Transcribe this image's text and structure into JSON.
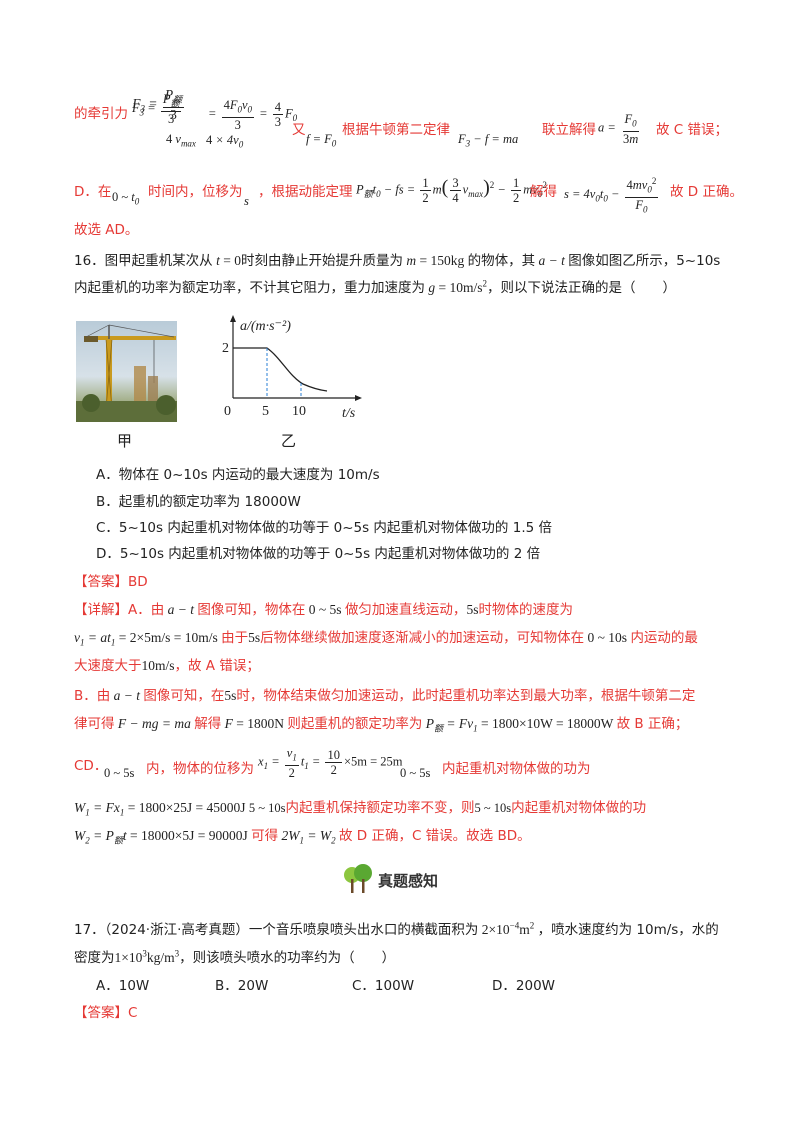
{
  "prev": {
    "line1_prefix": "的牵引力",
    "line1_you": "又",
    "line1_newton": "根据牛顿第二定律",
    "line1_solve": "联立解得",
    "line1_end": "故 C 错误；",
    "lineD_prefix": "D．在",
    "lineD_time": "时间内，位移为",
    "lineD_comma": "，根据动能定理",
    "lineD_solve": "解得",
    "lineD_end": "故 D 正确。",
    "conclusion": "故选 AD。"
  },
  "q16": {
    "stem1_a": "16．图甲起重机某次从",
    "stem1_b": "时刻由静止开始提升质量为",
    "stem1_c": "的物体，其",
    "stem1_d": "图像如图乙所示，5~10s",
    "stem2_a": "内起重机的功率为额定功率，不计其它阻力，重力加速度为",
    "stem2_b": "，则以下说法正确的是（　　）",
    "fig_left_caption": "甲",
    "fig_right_caption": "乙",
    "axis_y_label": "a/(m·s⁻²)",
    "axis_x_label": "t/s",
    "tick_y_2": "2",
    "tick_x_0": "0",
    "tick_x_5": "5",
    "tick_x_10": "10",
    "options": [
      "A．物体在 0~10s 内运动的最大速度为 10m/s",
      "B．起重机的额定功率为 18000W",
      "C．5~10s 内起重机对物体做的功等于 0~5s 内起重机对物体做功的 1.5 倍",
      "D．5~10s 内起重机对物体做的功等于 0~5s 内起重机对物体做功的 2 倍"
    ],
    "answer": "【答案】BD",
    "exp_A_head": "【详解】",
    "exp_A_1a": "A．由",
    "exp_A_1b": "图像可知，物体在",
    "exp_A_1c": "做匀加速直线运动，",
    "exp_A_1d": "时物体的速度为",
    "exp_A_2a": "由于",
    "exp_A_2b": "后物体继续做加速度逐渐减小的加速运动，可知物体在",
    "exp_A_2c": "内运动的最",
    "exp_A_3a": "大速度大于",
    "exp_A_3b": "，故 A 错误；",
    "exp_B_1a": "B．由",
    "exp_B_1b": "图像可知，在",
    "exp_B_1c": "时，物体结束做匀加速运动，此时起重机功率达到最大功率，根据牛顿第二定",
    "exp_B_2a": "律可得",
    "exp_B_2b": "解得",
    "exp_B_2c": "则起重机的额定功率为",
    "exp_B_2d": "故 B 正确；",
    "exp_CD_1a": "CD．",
    "exp_CD_1b": "内，物体的位移为",
    "exp_CD_1c": "内起重机对物体做的功为",
    "exp_CD_2a": "内起重机保持额定功率不变，则",
    "exp_CD_2b": "内起重机对物体做的功",
    "exp_CD_3": "可得",
    "exp_CD_3b": "故 D 正确，C 错误。故选 BD。"
  },
  "banner_text": "真题感知",
  "q17": {
    "stem1_a": "17．（2024·浙江·高考真题）一个音乐喷泉喷头出水口的横截面积为",
    "stem1_b": "，喷水速度约为 10m/s，水的",
    "stem2_a": "密度为",
    "stem2_b": "，则该喷头喷水的功率约为（　　）",
    "options": [
      "A．10W",
      "B．20W",
      "C．100W",
      "D．200W"
    ],
    "answer": "【答案】C"
  },
  "colors": {
    "red": "#e53935",
    "black": "#222222",
    "axis_blue": "#2a7fd4"
  }
}
